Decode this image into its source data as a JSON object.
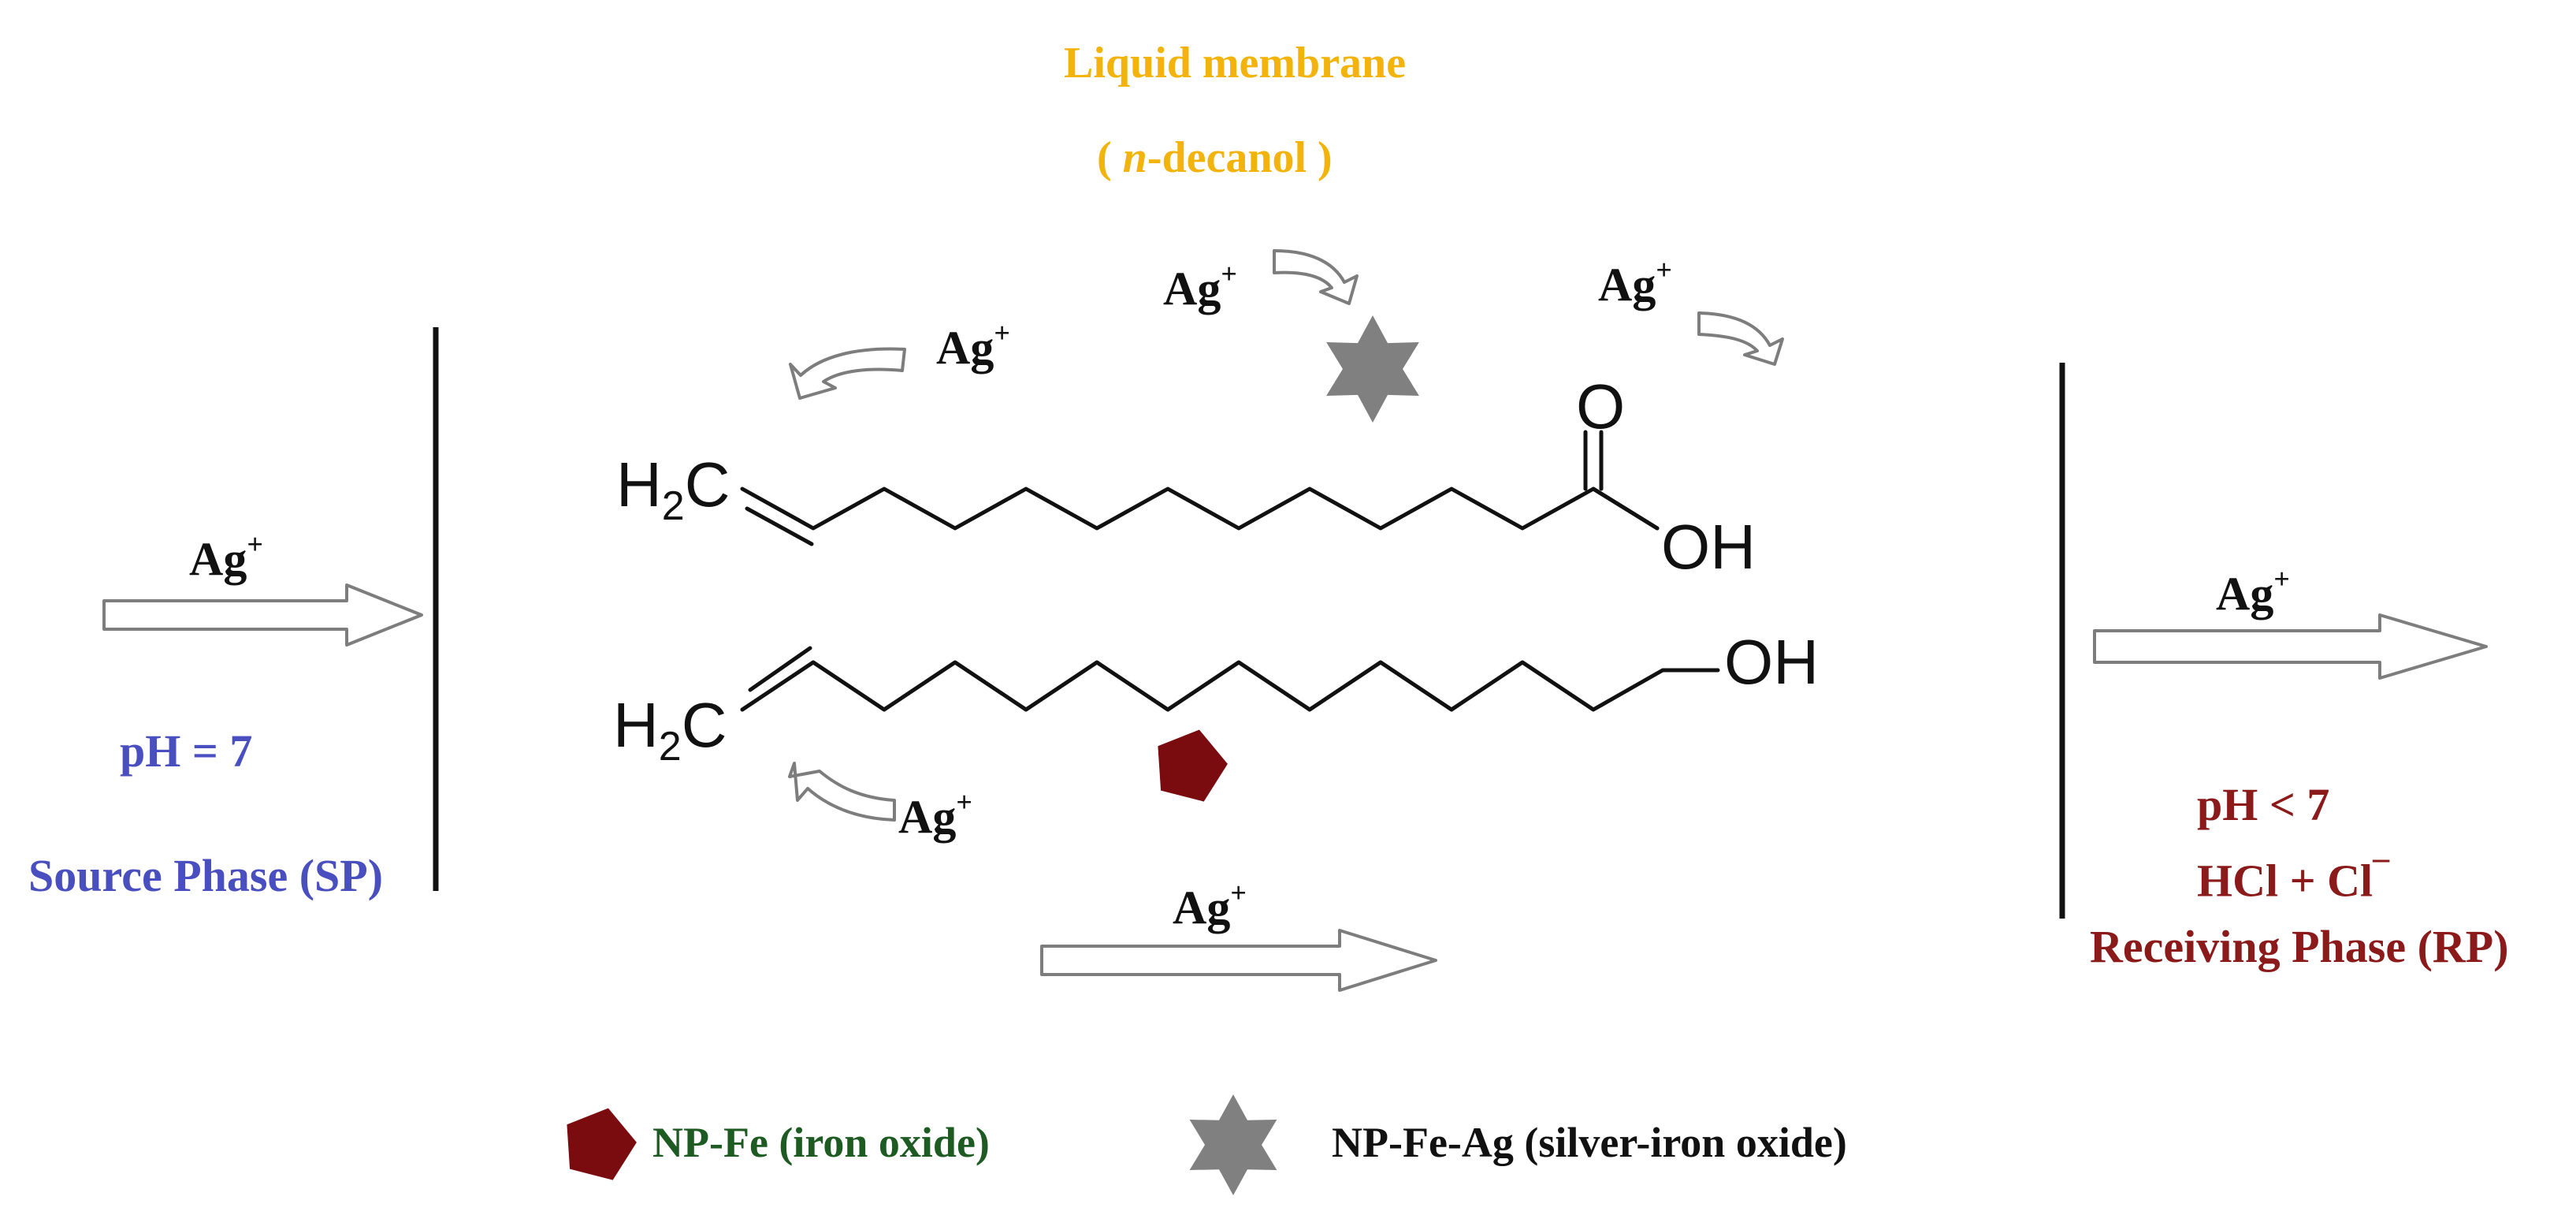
{
  "colors": {
    "membrane_text": "#f2b40c",
    "source_text": "#4a4fc0",
    "receiving_text": "#8b1a1a",
    "legend_text": "#1d5b22",
    "np_fe": "#7a0c10",
    "np_fe_ag": "#808080",
    "arrow_stroke": "#7d7d7d",
    "line": "#111111"
  },
  "membrane": {
    "title": "Liquid membrane",
    "paren_open": "(",
    "solvent_italic": "n",
    "solvent_rest": "-decanol",
    "paren_close": ")"
  },
  "ion": {
    "base": "Ag",
    "charge": "+"
  },
  "source_phase": {
    "ph": "pH = 7",
    "name": "Source Phase (SP)"
  },
  "receiving_phase": {
    "ph": "pH <  7",
    "acid": "HCl + Cl",
    "acid_charge": "‒",
    "name": "Receiving Phase (RP)"
  },
  "molecules": {
    "acid": {
      "left_group_base": "H",
      "left_group_sub": "2",
      "left_group_end": "C",
      "carbonyl_o": "O",
      "hydroxyl": "OH"
    },
    "alcohol": {
      "left_group_base": "H",
      "left_group_sub": "2",
      "left_group_end": "C",
      "hydroxyl": "OH"
    }
  },
  "legend": {
    "np_fe": "NP-Fe (iron oxide)",
    "np_fe_ag": "NP-Fe-Ag (silver-iron oxide)"
  }
}
